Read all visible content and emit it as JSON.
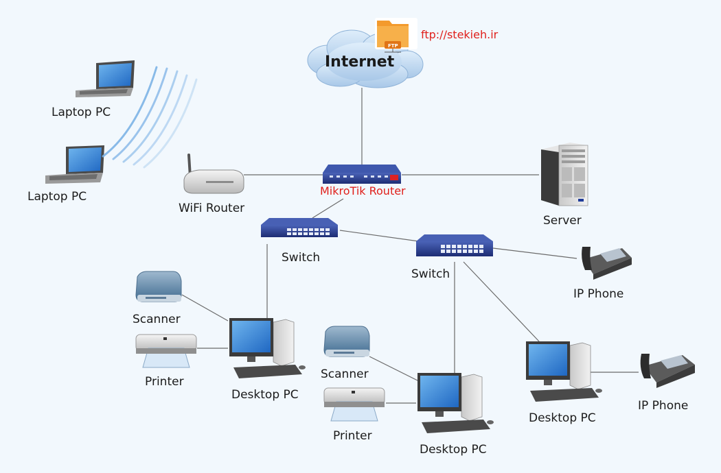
{
  "internet": {
    "label": "Internet",
    "ftp_label": "ftp://stekieh.ir",
    "ftp_badge": "FTP"
  },
  "router": {
    "label": "MikroTik Router"
  },
  "wifi_router": {
    "label": "WiFi Router"
  },
  "server": {
    "label": "Server"
  },
  "laptops": [
    {
      "label": "Laptop PC"
    },
    {
      "label": "Laptop PC"
    }
  ],
  "switches": [
    {
      "label": "Switch"
    },
    {
      "label": "Switch"
    }
  ],
  "ip_phones": [
    {
      "label": "IP Phone"
    },
    {
      "label": "IP Phone"
    }
  ],
  "scanners": [
    {
      "label": "Scanner"
    },
    {
      "label": "Scanner"
    }
  ],
  "printers": [
    {
      "label": "Printer"
    },
    {
      "label": "Printer"
    }
  ],
  "desktops": [
    {
      "label": "Desktop PC"
    },
    {
      "label": "Desktop PC"
    },
    {
      "label": "Desktop PC"
    }
  ],
  "colors": {
    "background": "#f2f8fd",
    "link": "#6a6a6a",
    "accent_red": "#e0201b",
    "device_blue": "#27398a"
  }
}
